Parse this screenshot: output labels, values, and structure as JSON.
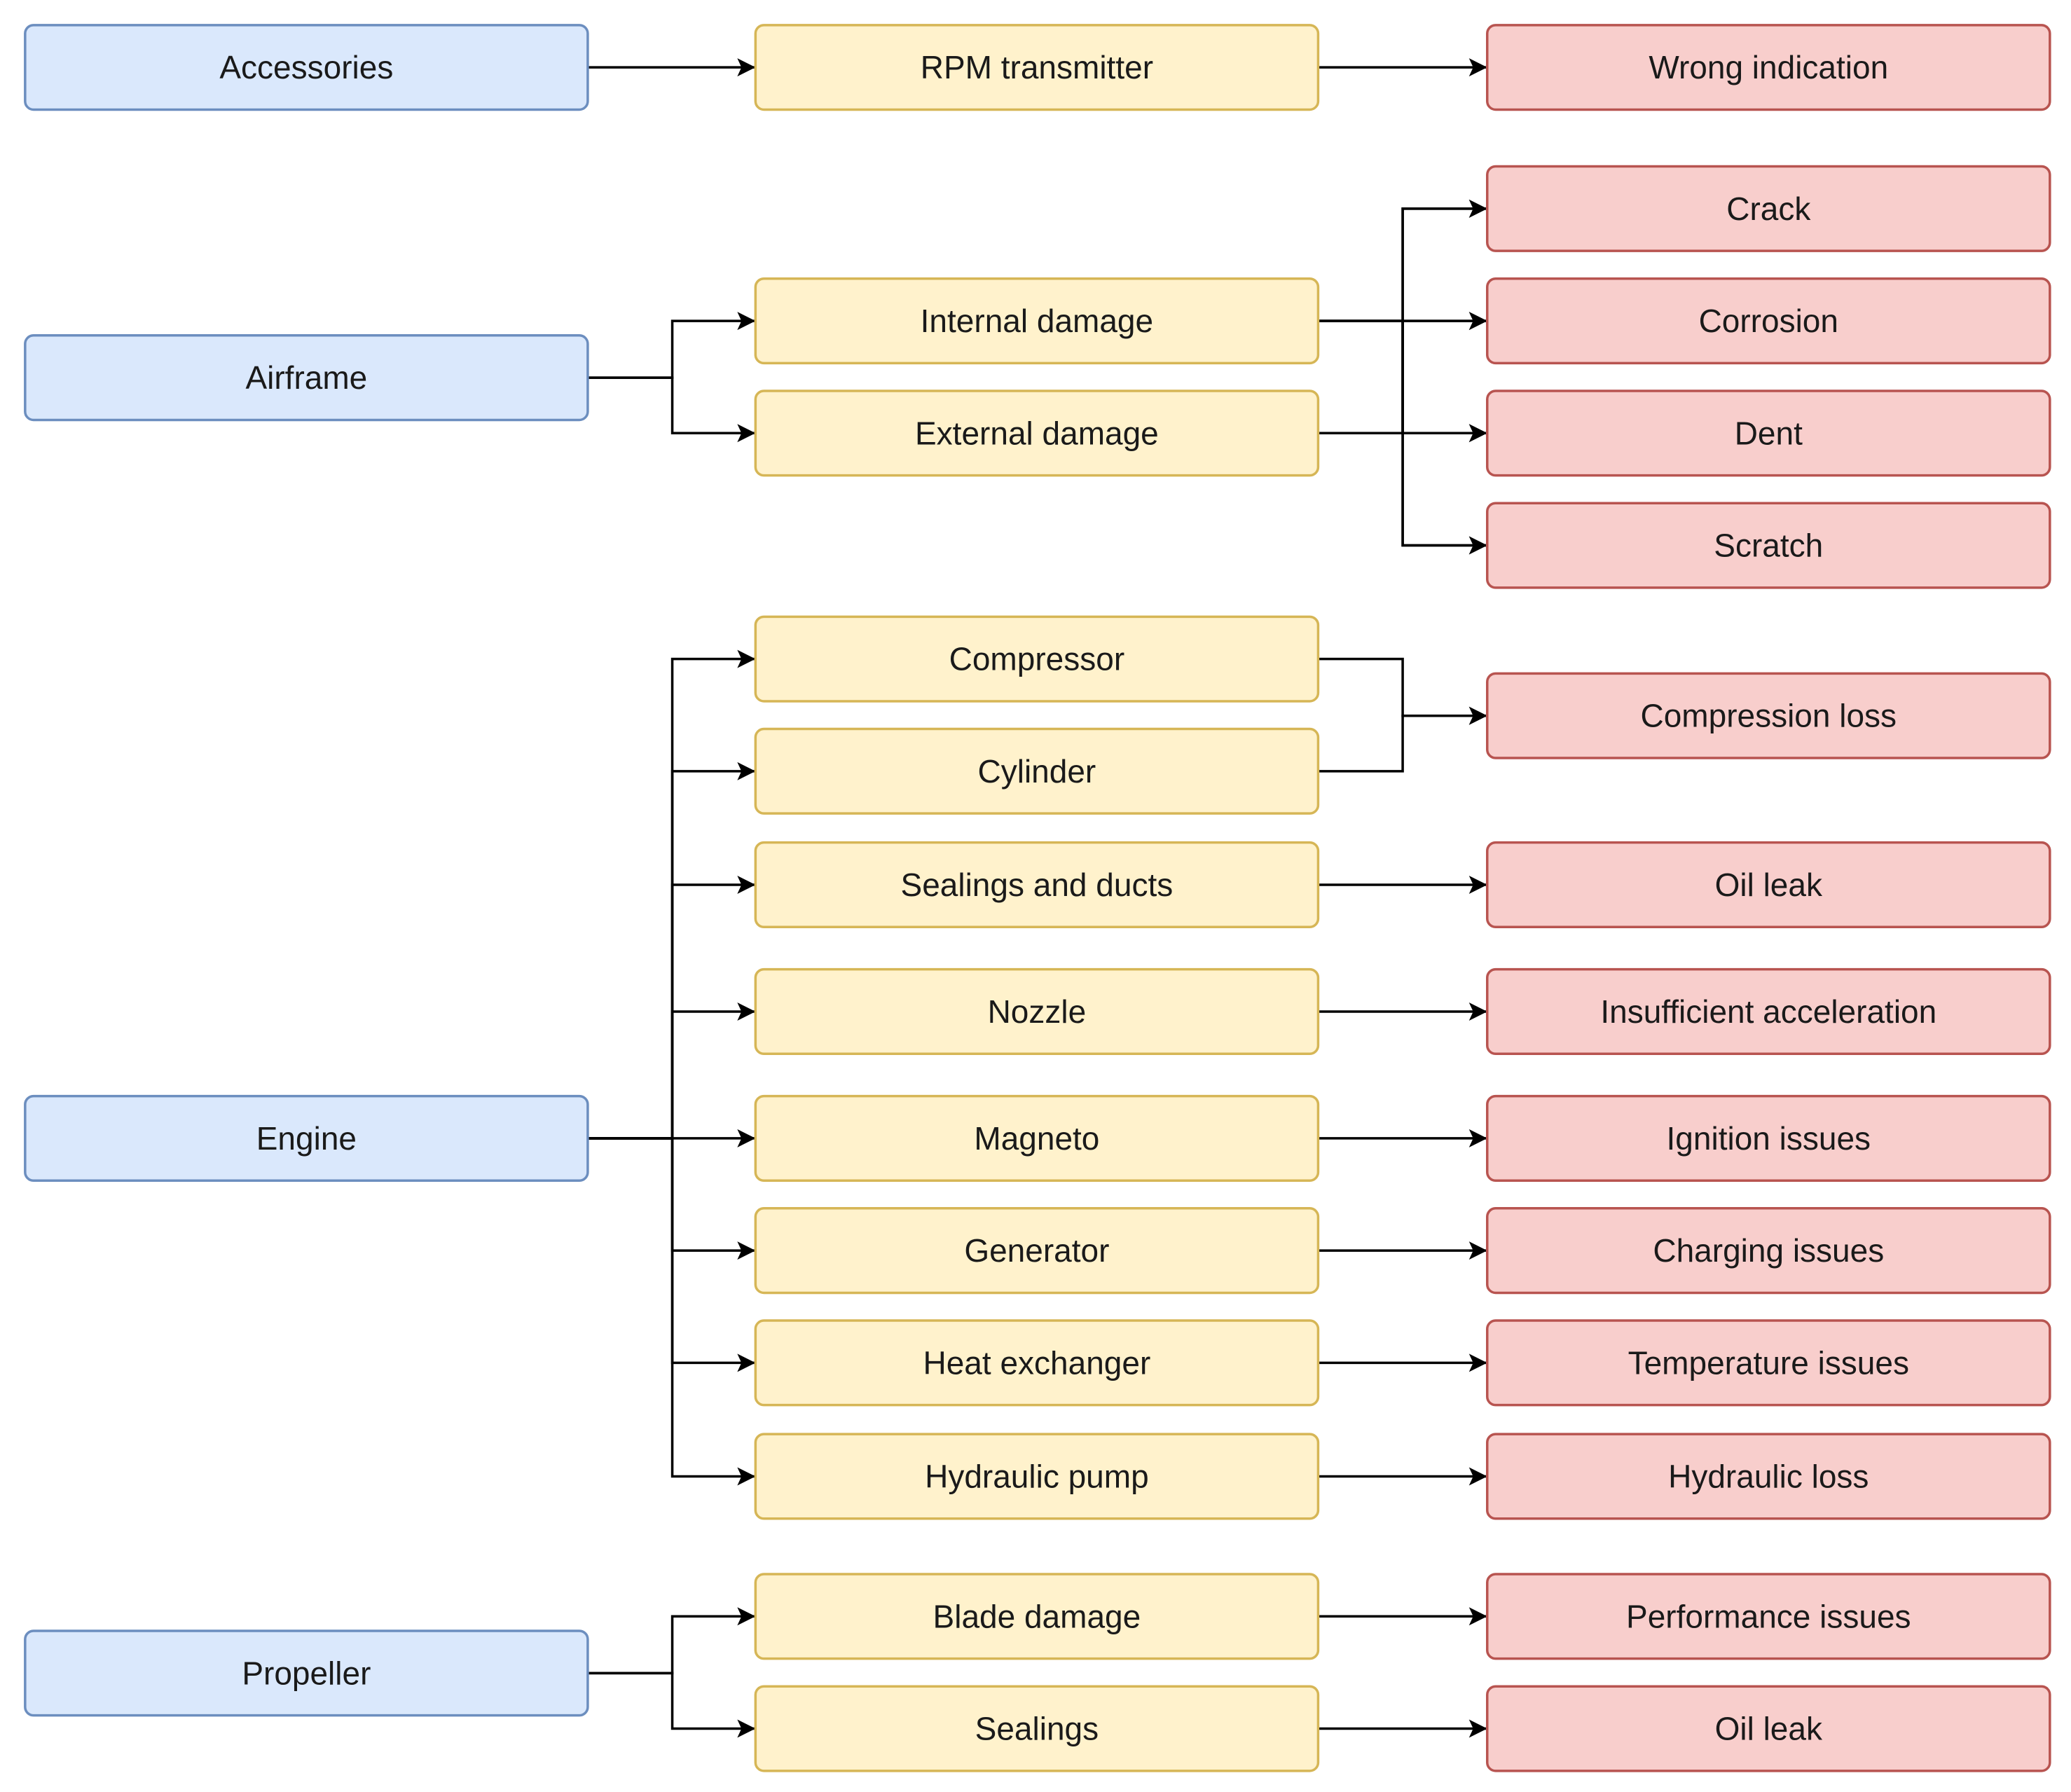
{
  "colors": {
    "category_fill": "#dae8fc",
    "category_stroke": "#6c8ebf",
    "component_fill": "#fff2cc",
    "component_stroke": "#d6b656",
    "failure_fill": "#f8cecc",
    "failure_stroke": "#b85450",
    "edge": "#000000"
  },
  "categories": [
    {
      "id": "accessories",
      "label": "Accessories"
    },
    {
      "id": "airframe",
      "label": "Airframe"
    },
    {
      "id": "engine",
      "label": "Engine"
    },
    {
      "id": "propeller",
      "label": "Propeller"
    }
  ],
  "components": [
    {
      "id": "rpm-transmitter",
      "label": "RPM transmitter"
    },
    {
      "id": "internal-damage",
      "label": "Internal damage"
    },
    {
      "id": "external-damage",
      "label": "External damage"
    },
    {
      "id": "compressor",
      "label": "Compressor"
    },
    {
      "id": "cylinder",
      "label": "Cylinder"
    },
    {
      "id": "sealings-and-ducts",
      "label": "Sealings and ducts"
    },
    {
      "id": "nozzle",
      "label": "Nozzle"
    },
    {
      "id": "magneto",
      "label": "Magneto"
    },
    {
      "id": "generator",
      "label": "Generator"
    },
    {
      "id": "heat-exchanger",
      "label": "Heat exchanger"
    },
    {
      "id": "hydraulic-pump",
      "label": "Hydraulic pump"
    },
    {
      "id": "blade-damage",
      "label": "Blade damage"
    },
    {
      "id": "sealings",
      "label": "Sealings"
    }
  ],
  "failures": [
    {
      "id": "wrong-indication",
      "label": "Wrong indication"
    },
    {
      "id": "crack",
      "label": "Crack"
    },
    {
      "id": "corrosion",
      "label": "Corrosion"
    },
    {
      "id": "dent",
      "label": "Dent"
    },
    {
      "id": "scratch",
      "label": "Scratch"
    },
    {
      "id": "compression-loss",
      "label": "Compression loss"
    },
    {
      "id": "oil-leak-engine",
      "label": "Oil leak"
    },
    {
      "id": "insufficient-acceleration",
      "label": "Insufficient acceleration"
    },
    {
      "id": "ignition-issues",
      "label": "Ignition issues"
    },
    {
      "id": "charging-issues",
      "label": "Charging issues"
    },
    {
      "id": "temperature-issues",
      "label": "Temperature issues"
    },
    {
      "id": "hydraulic-loss",
      "label": "Hydraulic loss"
    },
    {
      "id": "performance-issues",
      "label": "Performance issues"
    },
    {
      "id": "oil-leak-propeller",
      "label": "Oil leak"
    }
  ],
  "connections": [
    {
      "from": "accessories",
      "to": "rpm-transmitter"
    },
    {
      "from": "rpm-transmitter",
      "to": "wrong-indication"
    },
    {
      "from": "airframe",
      "to": "internal-damage"
    },
    {
      "from": "airframe",
      "to": "external-damage"
    },
    {
      "from": "internal-damage",
      "to": "crack"
    },
    {
      "from": "internal-damage",
      "to": "corrosion"
    },
    {
      "from": "internal-damage",
      "to": "dent"
    },
    {
      "from": "internal-damage",
      "to": "scratch"
    },
    {
      "from": "external-damage",
      "to": "crack"
    },
    {
      "from": "external-damage",
      "to": "corrosion"
    },
    {
      "from": "external-damage",
      "to": "dent"
    },
    {
      "from": "external-damage",
      "to": "scratch"
    },
    {
      "from": "engine",
      "to": "compressor"
    },
    {
      "from": "engine",
      "to": "cylinder"
    },
    {
      "from": "engine",
      "to": "sealings-and-ducts"
    },
    {
      "from": "engine",
      "to": "nozzle"
    },
    {
      "from": "engine",
      "to": "magneto"
    },
    {
      "from": "engine",
      "to": "generator"
    },
    {
      "from": "engine",
      "to": "heat-exchanger"
    },
    {
      "from": "engine",
      "to": "hydraulic-pump"
    },
    {
      "from": "compressor",
      "to": "compression-loss"
    },
    {
      "from": "cylinder",
      "to": "compression-loss"
    },
    {
      "from": "sealings-and-ducts",
      "to": "oil-leak-engine"
    },
    {
      "from": "nozzle",
      "to": "insufficient-acceleration"
    },
    {
      "from": "magneto",
      "to": "ignition-issues"
    },
    {
      "from": "generator",
      "to": "charging-issues"
    },
    {
      "from": "heat-exchanger",
      "to": "temperature-issues"
    },
    {
      "from": "hydraulic-pump",
      "to": "hydraulic-loss"
    },
    {
      "from": "propeller",
      "to": "blade-damage"
    },
    {
      "from": "propeller",
      "to": "sealings"
    },
    {
      "from": "blade-damage",
      "to": "performance-issues"
    },
    {
      "from": "sealings",
      "to": "oil-leak-propeller"
    }
  ]
}
